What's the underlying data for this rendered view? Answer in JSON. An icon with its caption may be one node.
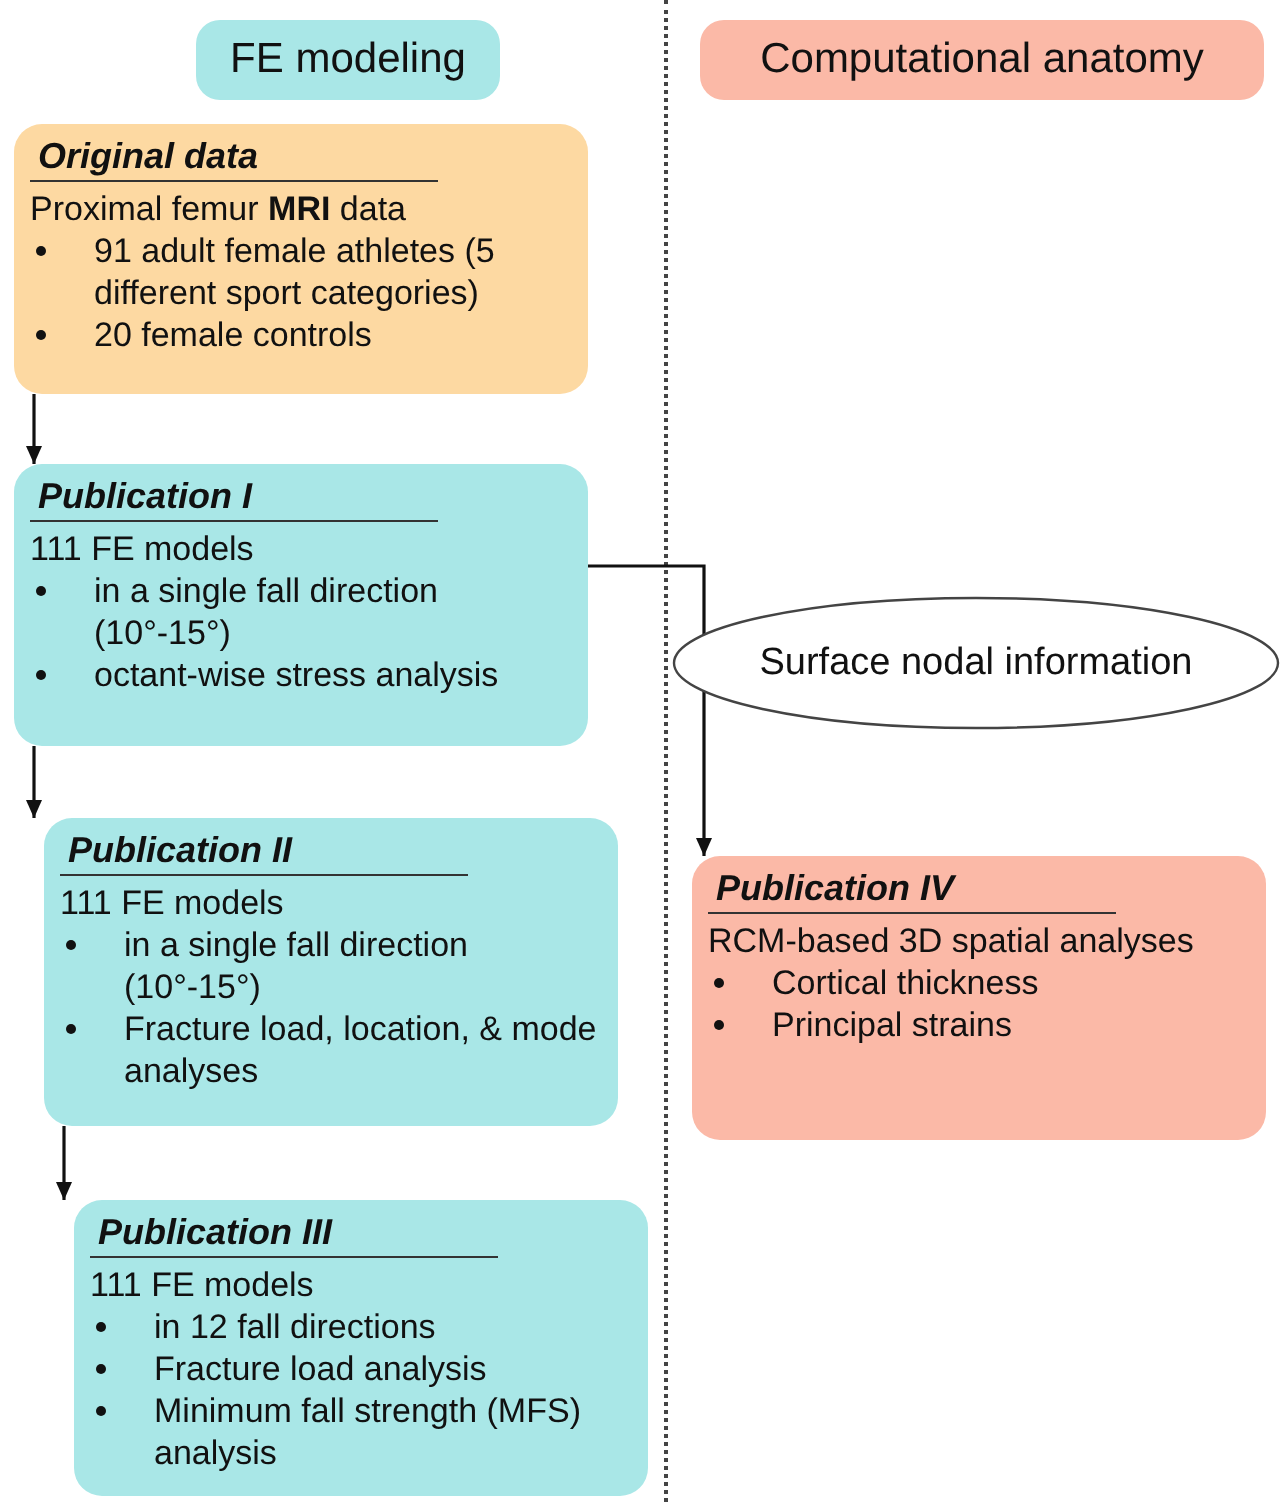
{
  "diagram": {
    "nodes": [
      {
        "text": [
          "FE modeling"
        ]
      },
      {
        "text": [
          "Computational anatomy"
        ]
      },
      {
        "text": [
          "Original data",
          "Proximal femur **MRI** data",
          "91 adult female athletes (5 different sport categories)",
          "20 female controls"
        ]
      },
      {
        "text": [
          "Publication I",
          "111 FE models",
          "in a single fall direction (10°-15°)",
          "octant-wise stress analysis"
        ]
      },
      {
        "text": [
          "Publication II",
          "111 FE models",
          "in a single fall direction (10°-15°)",
          "Fracture load, location, & mode analyses"
        ]
      },
      {
        "text": [
          "Publication III",
          "111 FE models",
          "in 12 fall directions",
          "Fracture load analysis",
          "Minimum fall strength (MFS) analysis"
        ]
      },
      {
        "text": [
          "Publication IV",
          "RCM-based 3D spatial analyses",
          "Cortical thickness",
          "Principal strains"
        ]
      }
    ],
    "edges": [
      {
        "from": 2,
        "to": 3,
        "arrow": "to"
      },
      {
        "from": 3,
        "to": 4,
        "arrow": "to"
      },
      {
        "from": 4,
        "to": 5,
        "arrow": "to"
      },
      {
        "from": 3,
        "to": 6,
        "arrow": "to",
        "label": "Surface nodal information"
      }
    ]
  }
}
